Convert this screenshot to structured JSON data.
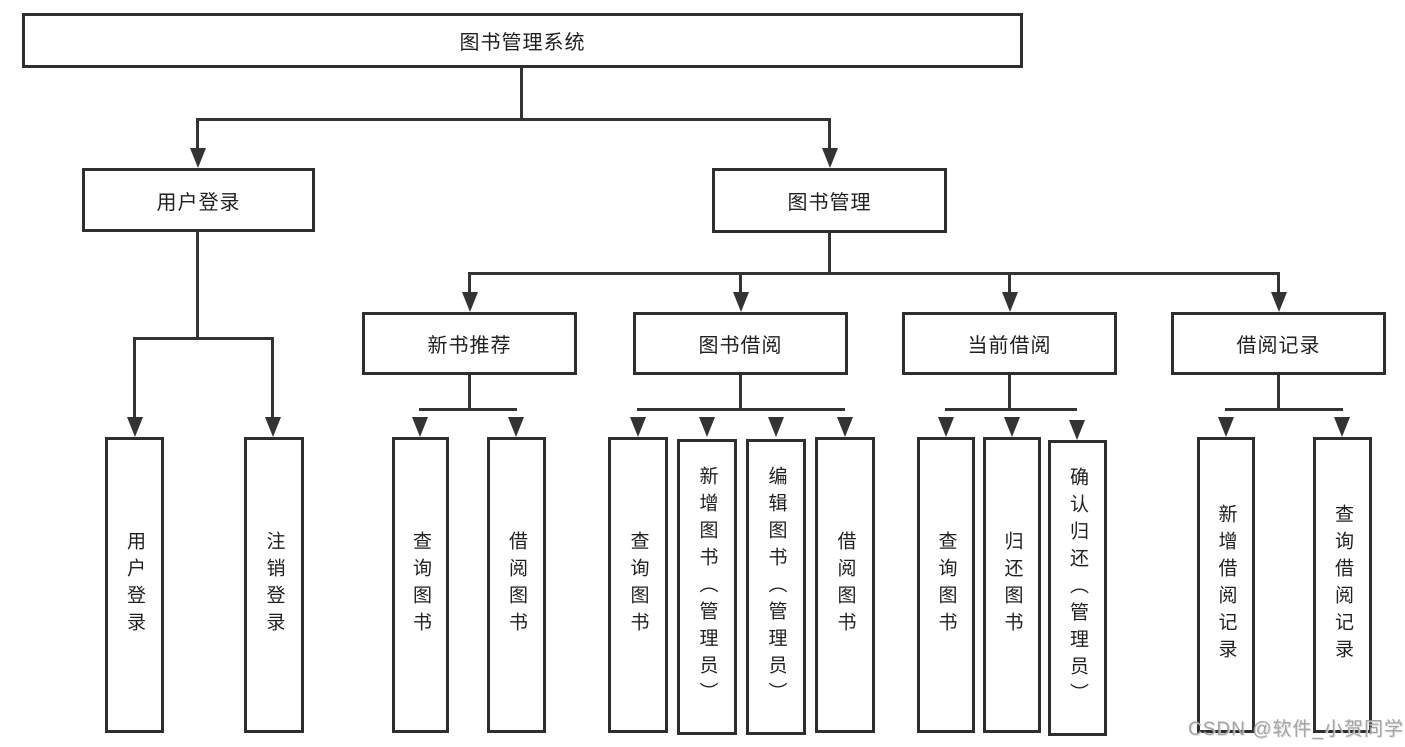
{
  "diagram": {
    "root": {
      "label": "图书管理系统"
    },
    "level2": [
      {
        "label": "用户登录",
        "children": [
          {
            "label": "用户登录"
          },
          {
            "label": "注销登录"
          }
        ]
      },
      {
        "label": "图书管理",
        "children": [
          {
            "label": "新书推荐",
            "children": [
              {
                "label": "查询图书"
              },
              {
                "label": "借阅图书"
              }
            ]
          },
          {
            "label": "图书借阅",
            "children": [
              {
                "label": "查询图书"
              },
              {
                "label": "新增图书（管理员）"
              },
              {
                "label": "编辑图书（管理员）"
              },
              {
                "label": "借阅图书"
              }
            ]
          },
          {
            "label": "当前借阅",
            "children": [
              {
                "label": "查询图书"
              },
              {
                "label": "归还图书"
              },
              {
                "label": "确认归还（管理员）"
              }
            ]
          },
          {
            "label": "借阅记录",
            "children": [
              {
                "label": "新增借阅记录"
              },
              {
                "label": "查询借阅记录"
              }
            ]
          }
        ]
      }
    ]
  },
  "watermark": {
    "text": "CSDN @软件_小贺同学"
  },
  "colors": {
    "line": "#333333",
    "box_border": "#2e2e2e",
    "text": "#1f1f1f",
    "watermark_gray": "#969696",
    "background": "#ffffff"
  }
}
